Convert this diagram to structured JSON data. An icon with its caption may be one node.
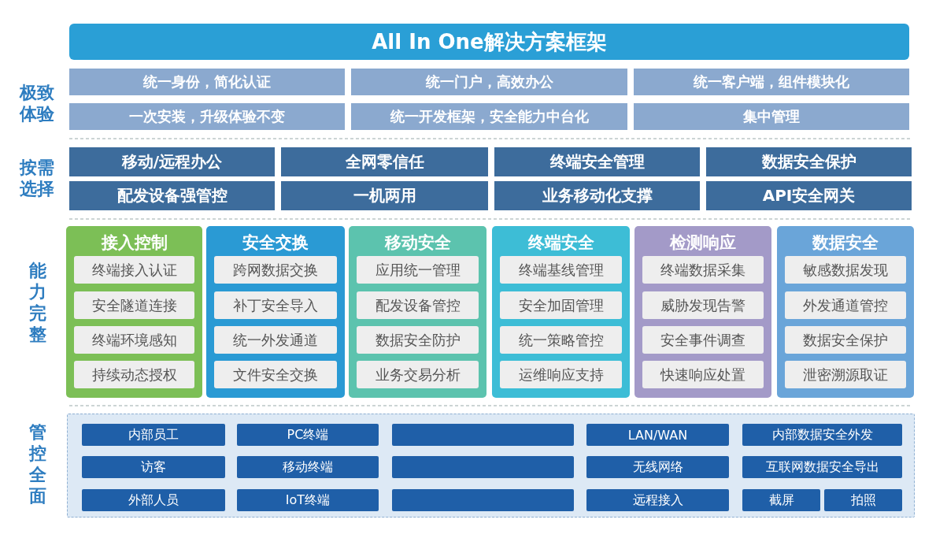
{
  "diagram": {
    "nodes": [
      {
        "text": [
          "All In One解决方案框架"
        ]
      },
      {
        "text": [
          "统一身份，简化认证"
        ]
      },
      {
        "text": [
          "统一门户，高效办公"
        ]
      },
      {
        "text": [
          "统一客户端，组件模块化"
        ]
      },
      {
        "text": [
          "一次安装，升级体验不变"
        ]
      },
      {
        "text": [
          "统一开发框架，安全能力中台化"
        ]
      },
      {
        "text": [
          "集中管理"
        ]
      },
      {
        "text": [
          "移动/远程办公"
        ]
      },
      {
        "text": [
          "全网零信任"
        ]
      },
      {
        "text": [
          "终端安全管理"
        ]
      },
      {
        "text": [
          "数据安全保护"
        ]
      },
      {
        "text": [
          "配发设备强管控"
        ]
      },
      {
        "text": [
          "一机两用"
        ]
      },
      {
        "text": [
          "业务移动化支撑"
        ]
      },
      {
        "text": [
          "API安全网关"
        ]
      },
      {
        "text": [
          "接入控制"
        ]
      },
      {
        "text": [
          "终端接入认证"
        ],
        "in": 15
      },
      {
        "text": [
          "安全隧道连接"
        ],
        "in": 15
      },
      {
        "text": [
          "终端环境感知"
        ],
        "in": 15
      },
      {
        "text": [
          "持续动态授权"
        ],
        "in": 15
      },
      {
        "text": [
          "安全交换"
        ]
      },
      {
        "text": [
          "跨网数据交换"
        ],
        "in": 20
      },
      {
        "text": [
          "补丁安全导入"
        ],
        "in": 20
      },
      {
        "text": [
          "统一外发通道"
        ],
        "in": 20
      },
      {
        "text": [
          "文件安全交换"
        ],
        "in": 20
      },
      {
        "text": [
          "移动安全"
        ]
      },
      {
        "text": [
          "应用统一管理"
        ],
        "in": 25
      },
      {
        "text": [
          "配发设备管控"
        ],
        "in": 25
      },
      {
        "text": [
          "数据安全防护"
        ],
        "in": 25
      },
      {
        "text": [
          "业务交易分析"
        ],
        "in": 25
      },
      {
        "text": [
          "终端安全"
        ]
      },
      {
        "text": [
          "终端基线管理"
        ],
        "in": 30
      },
      {
        "text": [
          "安全加固管理"
        ],
        "in": 30
      },
      {
        "text": [
          "统一策略管控"
        ],
        "in": 30
      },
      {
        "text": [
          "运维响应支持"
        ],
        "in": 30
      },
      {
        "text": [
          "检测响应"
        ]
      },
      {
        "text": [
          "终端数据采集"
        ],
        "in": 35
      },
      {
        "text": [
          "威胁发现告警"
        ],
        "in": 35
      },
      {
        "text": [
          "安全事件调查"
        ],
        "in": 35
      },
      {
        "text": [
          "快速响应处置"
        ],
        "in": 35
      },
      {
        "text": [
          "数据安全"
        ]
      },
      {
        "text": [
          "敏感数据发现"
        ],
        "in": 40
      },
      {
        "text": [
          "外发通道管控"
        ],
        "in": 40
      },
      {
        "text": [
          "数据安全保护"
        ],
        "in": 40
      },
      {
        "text": [
          "泄密溯源取证"
        ],
        "in": 40
      },
      {
        "text": [],
        "shape": "box"
      },
      {
        "text": [
          "内部员工"
        ],
        "in": 45
      },
      {
        "text": [
          "PC终端"
        ],
        "in": 45
      },
      {
        "text": [],
        "shape": "box",
        "in": 45
      },
      {
        "text": [
          "LAN/WAN"
        ],
        "in": 45
      },
      {
        "text": [
          "内部数据安全外发"
        ],
        "in": 45
      },
      {
        "text": [
          "访客"
        ],
        "in": 45
      },
      {
        "text": [
          "移动终端"
        ],
        "in": 45
      },
      {
        "text": [],
        "shape": "box",
        "in": 45
      },
      {
        "text": [
          "无线网络"
        ],
        "in": 45
      },
      {
        "text": [
          "互联网数据安全导出"
        ],
        "in": 45
      },
      {
        "text": [
          "外部人员"
        ],
        "in": 45
      },
      {
        "text": [
          "IoT终端"
        ],
        "in": 45
      },
      {
        "text": [],
        "shape": "box",
        "in": 45
      },
      {
        "text": [
          "远程接入"
        ],
        "in": 45
      },
      {
        "text": [
          "截屏"
        ],
        "in": 45
      },
      {
        "text": [
          "拍照"
        ],
        "in": 45
      }
    ],
    "labels": [
      "极致体验",
      "按需选择",
      "能力完整",
      "管控全面"
    ]
  }
}
